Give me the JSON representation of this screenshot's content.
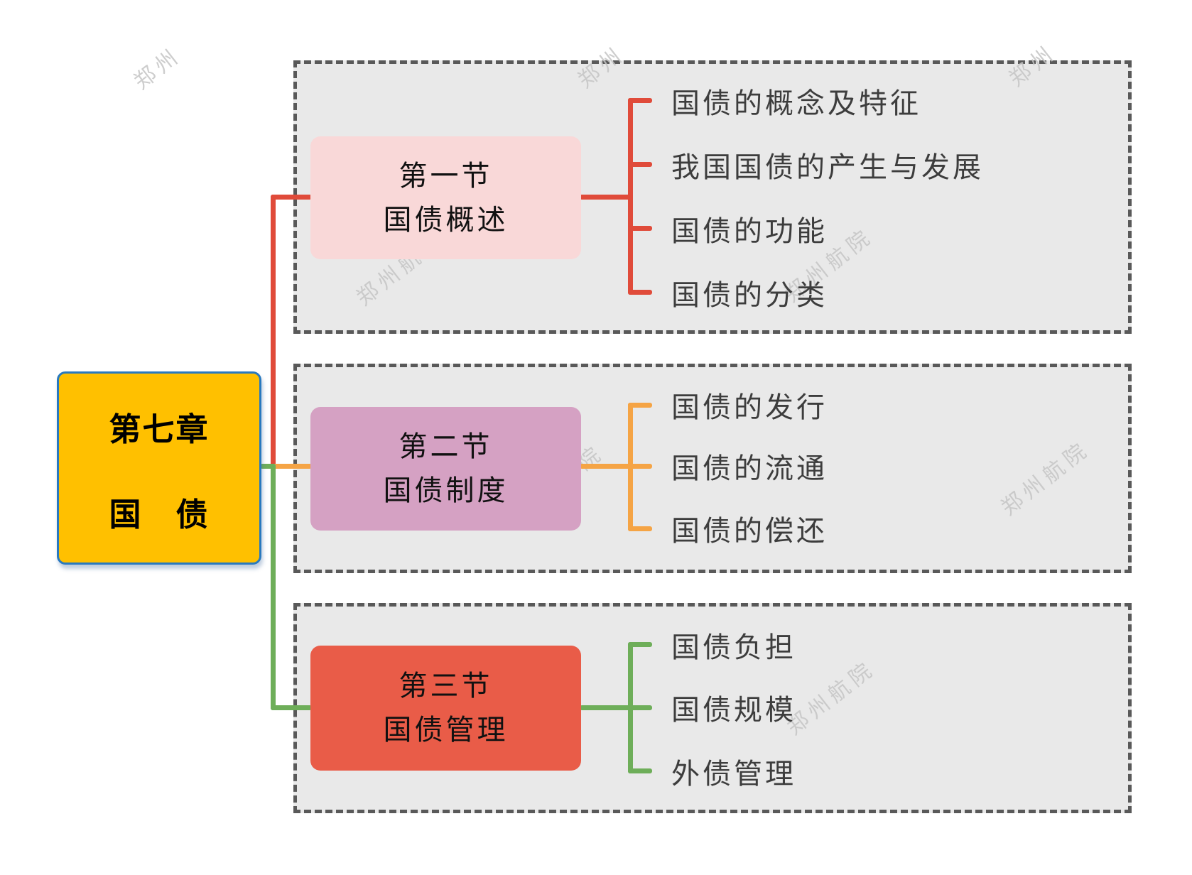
{
  "root": {
    "line1": "第七章",
    "line2": "国　债"
  },
  "sections": [
    {
      "title_line1": "第一节",
      "title_line2": "国债概述",
      "box_color": "#F9D8D8",
      "branch_color": "#E04B3A",
      "items": [
        "国债的概念及特征",
        "我国国债的产生与发展",
        "国债的功能",
        "国债的分类"
      ]
    },
    {
      "title_line1": "第二节",
      "title_line2": "国债制度",
      "box_color": "#D5A1C3",
      "branch_color": "#F5A445",
      "items": [
        "国债的发行",
        "国债的流通",
        "国债的偿还"
      ]
    },
    {
      "title_line1": "第三节",
      "title_line2": "国债管理",
      "box_color": "#E95C48",
      "branch_color": "#6EAE59",
      "items": [
        "国债负担",
        "国债规模",
        "外债管理"
      ]
    }
  ],
  "watermarks": [
    {
      "text": "郑州"
    },
    {
      "text": "郑州"
    },
    {
      "text": "郑州"
    },
    {
      "text": "郑州航"
    },
    {
      "text": "郑州航院"
    },
    {
      "text": "郑州航院"
    },
    {
      "text": "郑州航院"
    },
    {
      "text": "郑州航院"
    }
  ],
  "colors": {
    "root_fill": "#FFC000",
    "root_border": "#2979BF",
    "panel_bg": "#E9E9E9",
    "panel_dash": "#595959",
    "branch_red": "#E04B3A",
    "branch_orange": "#F5A445",
    "branch_green": "#6EAE59",
    "node_pink": "#F9D8D8",
    "node_mauve": "#D5A1C3",
    "node_coral": "#E95C48",
    "item_text": "#3D3D3D",
    "watermark": "#C5C5C5"
  }
}
